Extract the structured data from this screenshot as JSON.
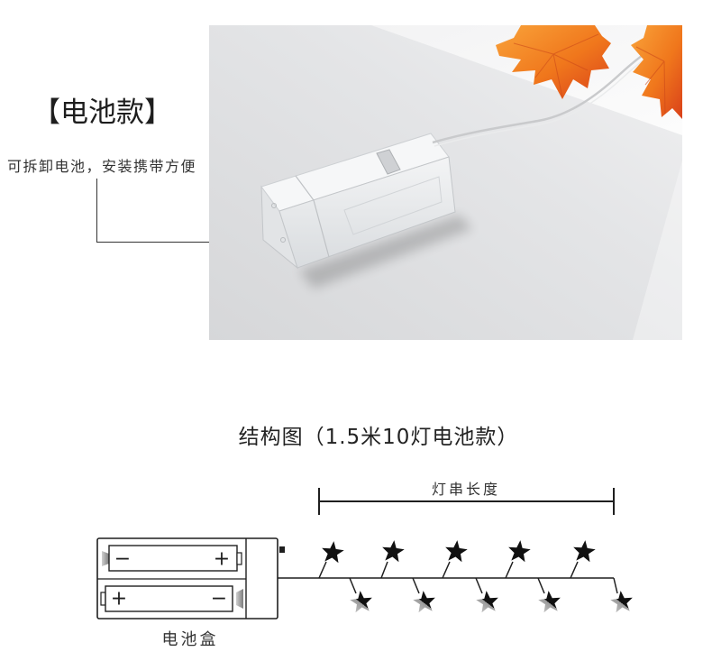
{
  "header": {
    "title": "【电池款】",
    "subtitle": "可拆卸电池，安装携带方便"
  },
  "diagram": {
    "title": "结构图（1.5米10灯电池款）",
    "length_label": "灯串长度",
    "battery_box_label": "电池盒",
    "battery_top": {
      "left_sign": "−",
      "right_sign": "+"
    },
    "battery_bottom": {
      "left_sign": "+",
      "right_sign": "−"
    }
  },
  "colors": {
    "leaf": "#f0771c",
    "diagram_line": "#1f1f1f"
  }
}
